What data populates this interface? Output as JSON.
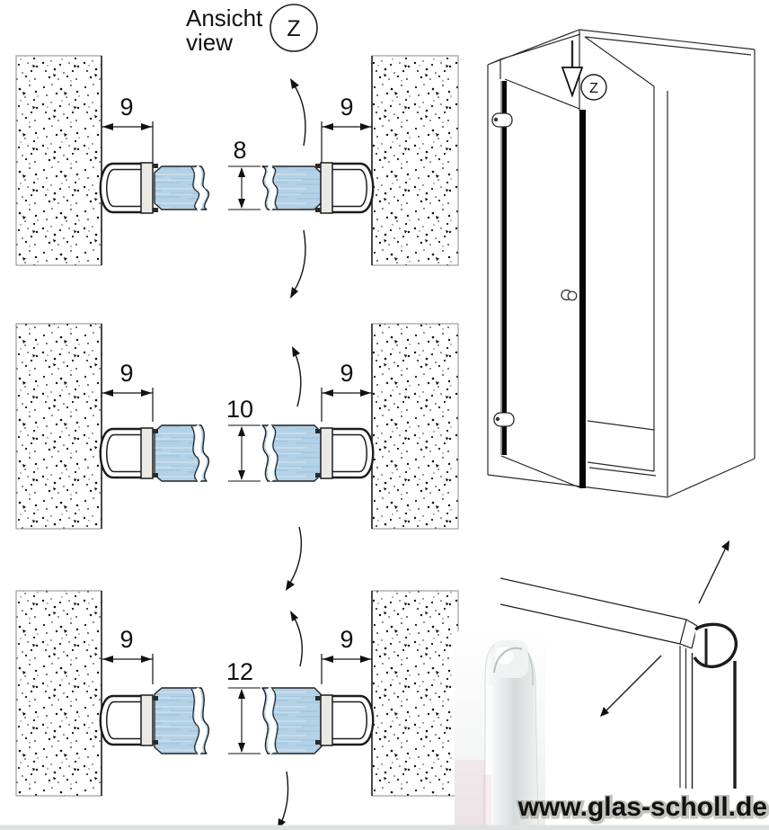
{
  "header": {
    "line1": "Ansicht",
    "line2": "view",
    "marker": "Z"
  },
  "sections": [
    {
      "left_gap": "9",
      "right_gap": "9",
      "thickness": "8"
    },
    {
      "left_gap": "9",
      "right_gap": "9",
      "thickness": "10"
    },
    {
      "left_gap": "9",
      "right_gap": "9",
      "thickness": "12"
    }
  ],
  "scene3d": {
    "marker": "Z"
  },
  "watermark": {
    "text": "www.glas-scholl.de",
    "color": "#f4f49e"
  },
  "colors": {
    "glass": "#b3d1e7",
    "glass_streak": "#9bc1da",
    "clamp_fill": "#ebe9e4",
    "outline": "#1c1c1c",
    "photo_seal": "#d6dcdc",
    "bottom_strip": "#dde1e2"
  }
}
